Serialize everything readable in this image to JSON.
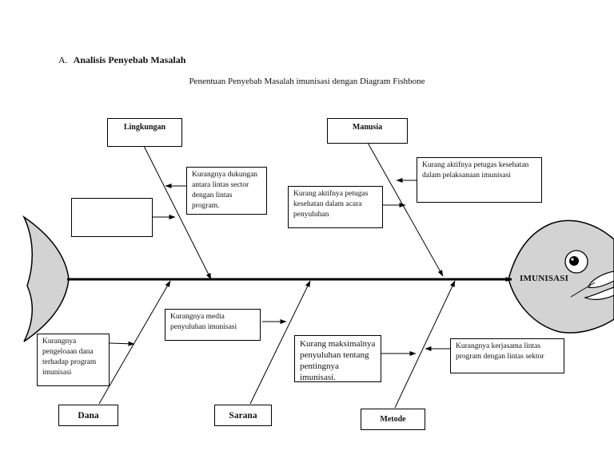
{
  "heading": {
    "number": "A.",
    "text": "Analisis Penyebab Masalah"
  },
  "subtitle": "Penentuan Penyebab Masalah  imunisasi dengan Diagram Fishbone",
  "effect": "IMUNISASI",
  "categories": {
    "lingkungan": "Lingkungan",
    "manusia": "Manusia",
    "dana": "Dana",
    "sarana": "Sarana",
    "metode": "Metode"
  },
  "causes": {
    "lingkungan_1": "Kurangnya dukungan antara lintas sector dengan lintas program.",
    "lingkungan_2": "",
    "manusia_1": "Kurang aktifnya petugas kesehatan dalam pelaksanaan imunisasi",
    "manusia_2": "Kurang aktifnya petugas kesehatan dalam acara penyuluhan",
    "dana_1": "Kurangnya pengeloaan dana terhadap program imunisasi",
    "sarana_1": "Kurangnya media penyuluhan imunisasi",
    "metode_1": "Kurang maksimalnya penyuluhan tentang pentingnya imunisasi.",
    "metode_2": "Kurangnya  kerjasama lintas program dengan lintas sektor"
  },
  "colors": {
    "fish_fill": "#d3d3d3",
    "line": "#000000"
  }
}
